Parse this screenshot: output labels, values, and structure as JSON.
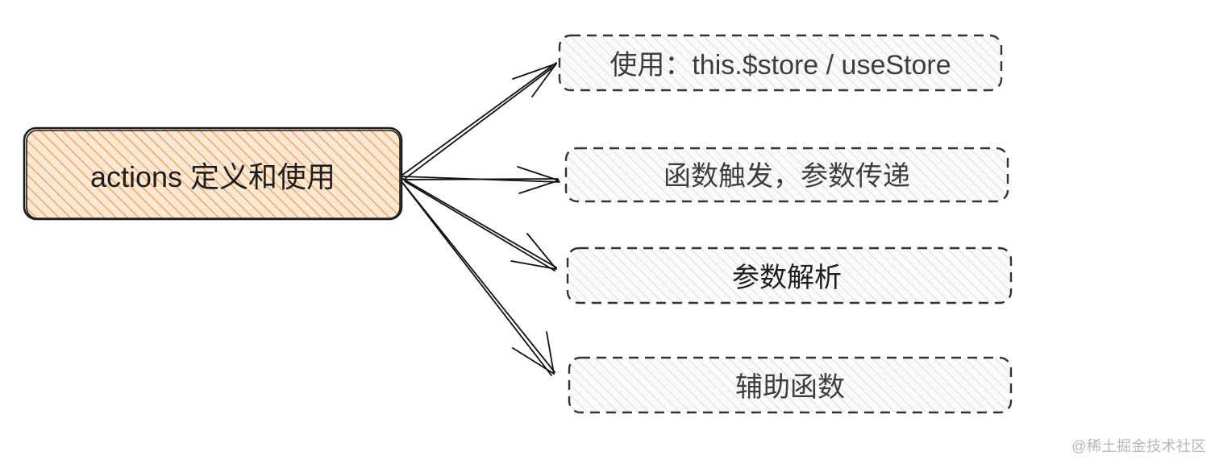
{
  "root": {
    "label": "actions 定义和使用",
    "fill_color": "#f0a35a",
    "stroke_color": "#1e1e1e"
  },
  "children": [
    {
      "label": "使用：this.$store / useStore"
    },
    {
      "label": "函数触发，参数传递"
    },
    {
      "label": "参数解析"
    },
    {
      "label": "辅助函数"
    }
  ],
  "colors": {
    "child_hatch": "#cfd3d8",
    "child_stroke": "#333333",
    "arrow": "#111111"
  },
  "watermark": "@稀土掘金技术社区"
}
